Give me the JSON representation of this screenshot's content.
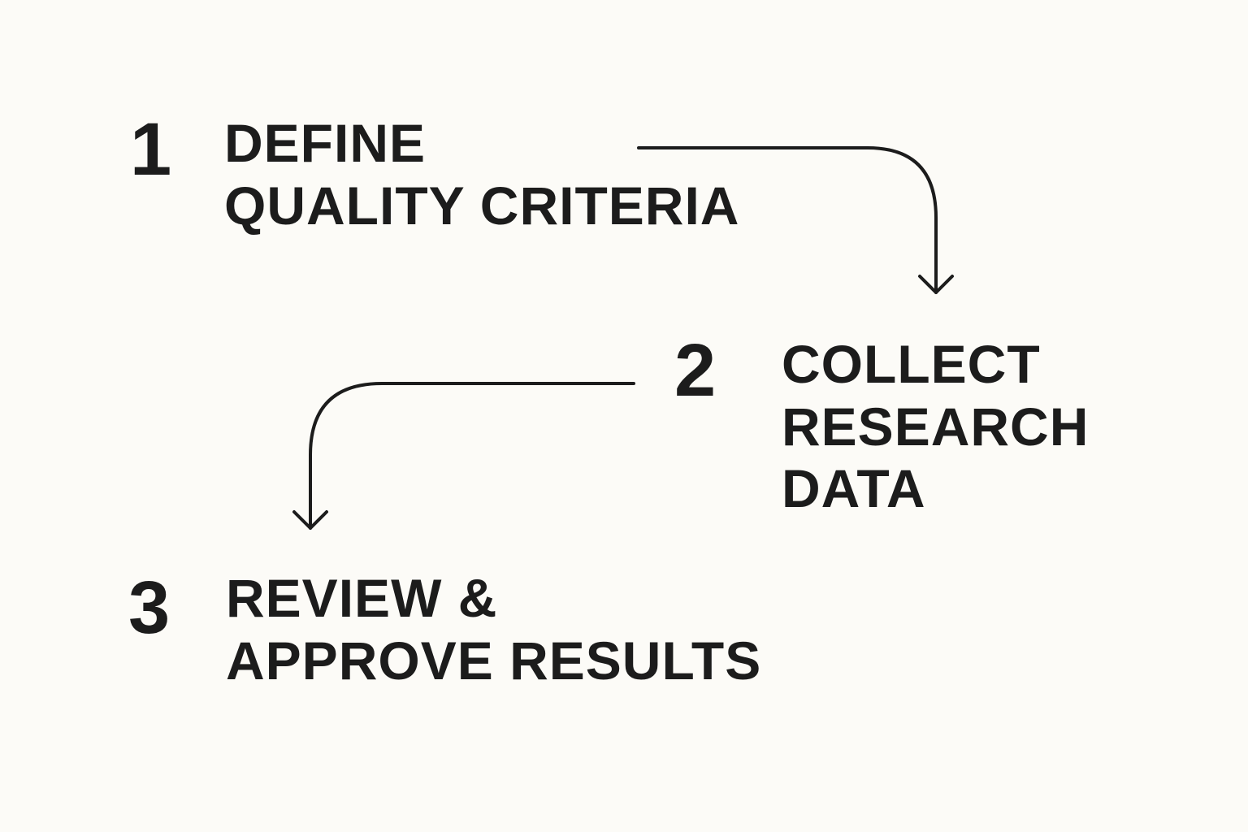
{
  "background_color": "#fcfbf7",
  "ink_color": "#1c1c1c",
  "steps": [
    {
      "number": "1",
      "label_lines": [
        "DEFINE",
        "QUALITY CRITERIA"
      ]
    },
    {
      "number": "2",
      "label_lines": [
        "COLLECT",
        "RESEARCH",
        "DATA"
      ]
    },
    {
      "number": "3",
      "label_lines": [
        "REVIEW &",
        "APPROVE RESULTS"
      ]
    }
  ]
}
